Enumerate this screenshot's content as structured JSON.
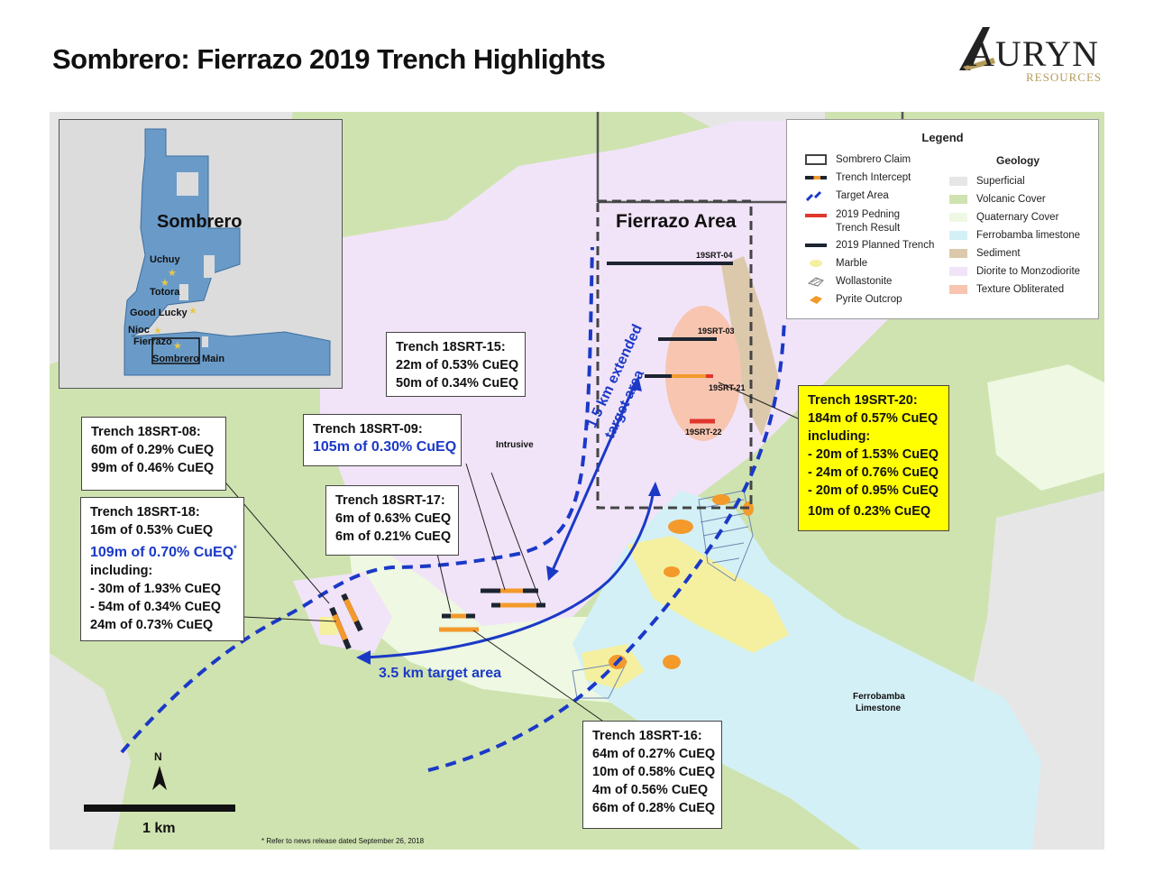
{
  "title": "Sombrero: Fierrazo 2019 Trench Highlights",
  "logo": {
    "main": "AURYN",
    "sub": "RESOURCES"
  },
  "inset": {
    "title": "Sombrero",
    "places": [
      "Uchuy",
      "Totora",
      "Good Lucky",
      "Nioc",
      "Fierrazo",
      "Sombrero Main"
    ]
  },
  "area_label": "Fierrazo Area",
  "map_labels": {
    "intrusive": "Intrusive",
    "ferrobamba_1": "Ferrobamba",
    "ferrobamba_2": "Limestone",
    "target_35": "3.5 km target area",
    "target_15_a": "1.5 km extended",
    "target_15_b": "target area",
    "north": "N",
    "scale": "1 km",
    "footnote": "* Refer to news release dated September 26, 2018"
  },
  "trench_labels": [
    "19SRT-04",
    "19SRT-03",
    "19SRT-21",
    "19SRT-22"
  ],
  "callouts": {
    "srt15": {
      "title": "Trench 18SRT-15:",
      "lines": [
        "22m of 0.53% CuEQ",
        "50m of 0.34% CuEQ"
      ]
    },
    "srt09": {
      "title": "Trench 18SRT-09:",
      "highlight": "105m of 0.30% CuEQ"
    },
    "srt08": {
      "title": "Trench 18SRT-08:",
      "lines": [
        "60m of 0.29% CuEQ",
        "99m of 0.46% CuEQ"
      ]
    },
    "srt17": {
      "title": "Trench 18SRT-17:",
      "lines": [
        "6m of 0.63% CuEQ",
        "6m of 0.21% CuEQ"
      ]
    },
    "srt18": {
      "title": "Trench 18SRT-18:",
      "line1": "16m of 0.53% CuEQ",
      "highlight": "109m of 0.70% CuEQ",
      "star": "*",
      "lines": [
        "including:",
        "- 30m of 1.93% CuEQ",
        "- 54m of 0.34% CuEQ",
        "24m of 0.73% CuEQ"
      ]
    },
    "srt16": {
      "title": "Trench 18SRT-16:",
      "lines": [
        "64m of 0.27% CuEQ",
        "10m of 0.58% CuEQ",
        "4m of 0.56% CuEQ",
        "66m of 0.28% CuEQ"
      ]
    },
    "srt20": {
      "title": "Trench 19SRT-20:",
      "lines": [
        "184m of 0.57% CuEQ",
        "including:",
        "- 20m of 1.53% CuEQ",
        "- 24m of 0.76% CuEQ",
        "- 20m of 0.95% CuEQ",
        "10m of 0.23% CuEQ"
      ]
    }
  },
  "legend": {
    "title": "Legend",
    "items": [
      "Sombrero Claim",
      "Trench Intercept",
      "Target Area",
      "2019 Pedning",
      "Trench Result",
      "2019 Planned Trench",
      "Marble",
      "Wollastonite",
      "Pyrite Outcrop"
    ],
    "geology_title": "Geology",
    "geology": [
      {
        "label": "Superficial",
        "color": "#e6e6e6"
      },
      {
        "label": "Volcanic Cover",
        "color": "#cfe3b0"
      },
      {
        "label": "Quaternary Cover",
        "color": "#eef8e2"
      },
      {
        "label": "Ferrobamba limestone",
        "color": "#d3f0f7"
      },
      {
        "label": "Sediment",
        "color": "#dcc9ac"
      },
      {
        "label": "Diorite to Monzodiorite",
        "color": "#f1e4f8"
      },
      {
        "label": "Texture Obliterated",
        "color": "#f7c5b0"
      }
    ]
  },
  "colors": {
    "target": "#1b39c7",
    "callout_highlight": "#ffff00",
    "orange": "#f39a2b",
    "planned": "#1c2430",
    "pending": "#e0362c"
  }
}
